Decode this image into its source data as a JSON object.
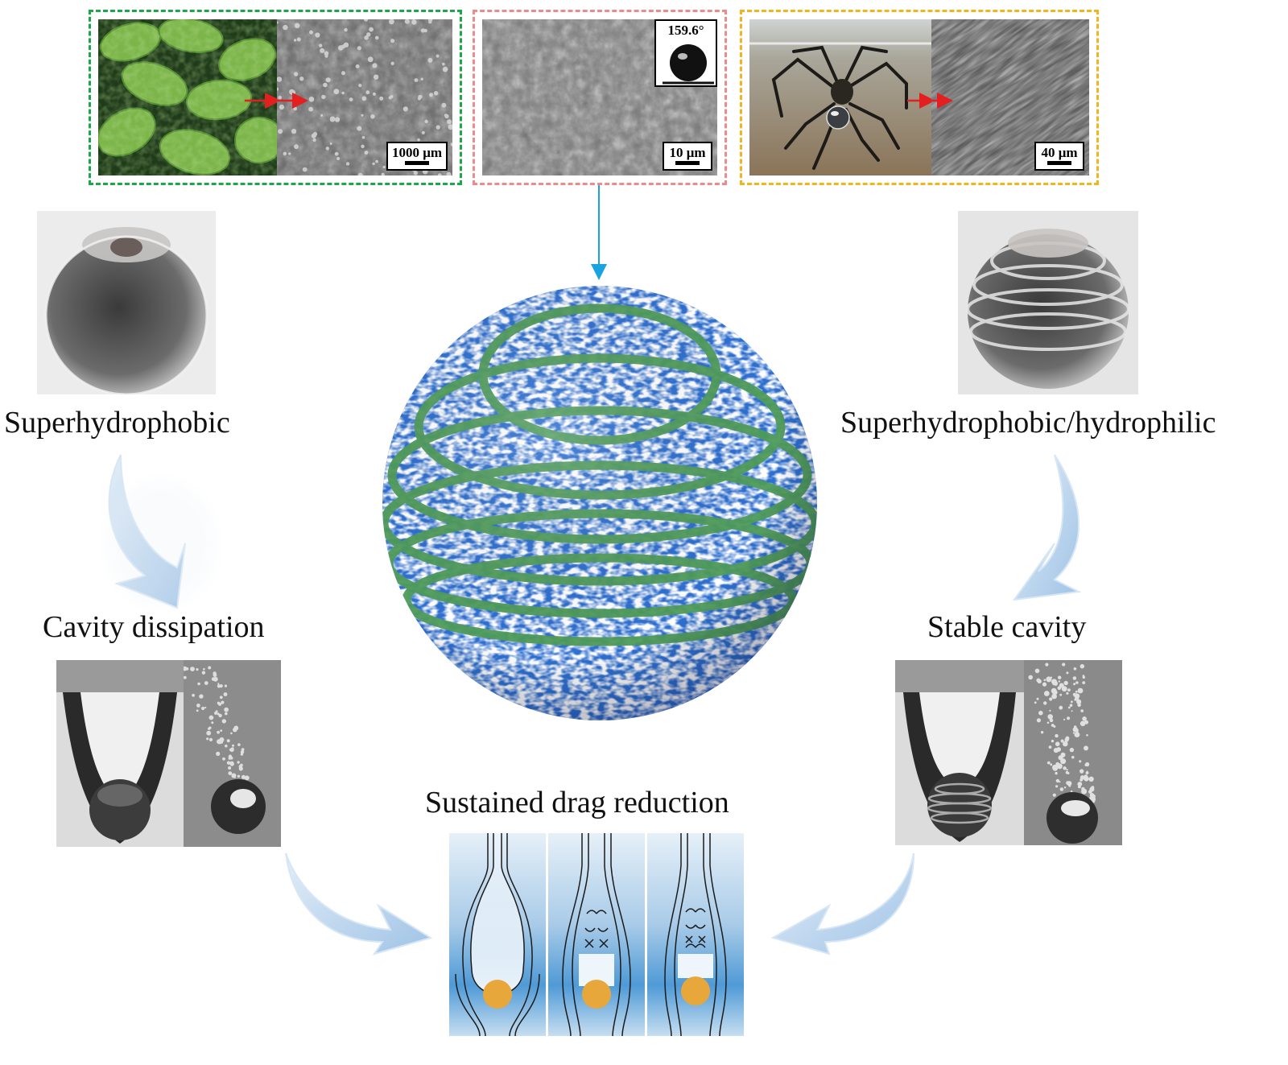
{
  "top_panels": {
    "plant": {
      "scale_label": "1000 μm"
    },
    "coating": {
      "scale_label": "10 μm",
      "contact_angle": "159.6°"
    },
    "spider": {
      "scale_label": "40 μm"
    }
  },
  "labels": {
    "left_top": "Superhydrophobic",
    "left_bottom": "Cavity dissipation",
    "right_top": "Superhydrophobic/hydrophilic",
    "right_bottom": "Stable cavity",
    "center_bottom": "Sustained drag reduction"
  },
  "colors": {
    "green_border": "#1aa84a",
    "pink_border": "#ef8a8a",
    "yellow_border": "#f2b51c",
    "sphere_blue": "#2e6fd0",
    "sphere_band": "#4f9b5a",
    "arrow_blue": "#b7d4ee",
    "connector_blue": "#19a3e0",
    "particle_orange": "#e8a73b"
  }
}
